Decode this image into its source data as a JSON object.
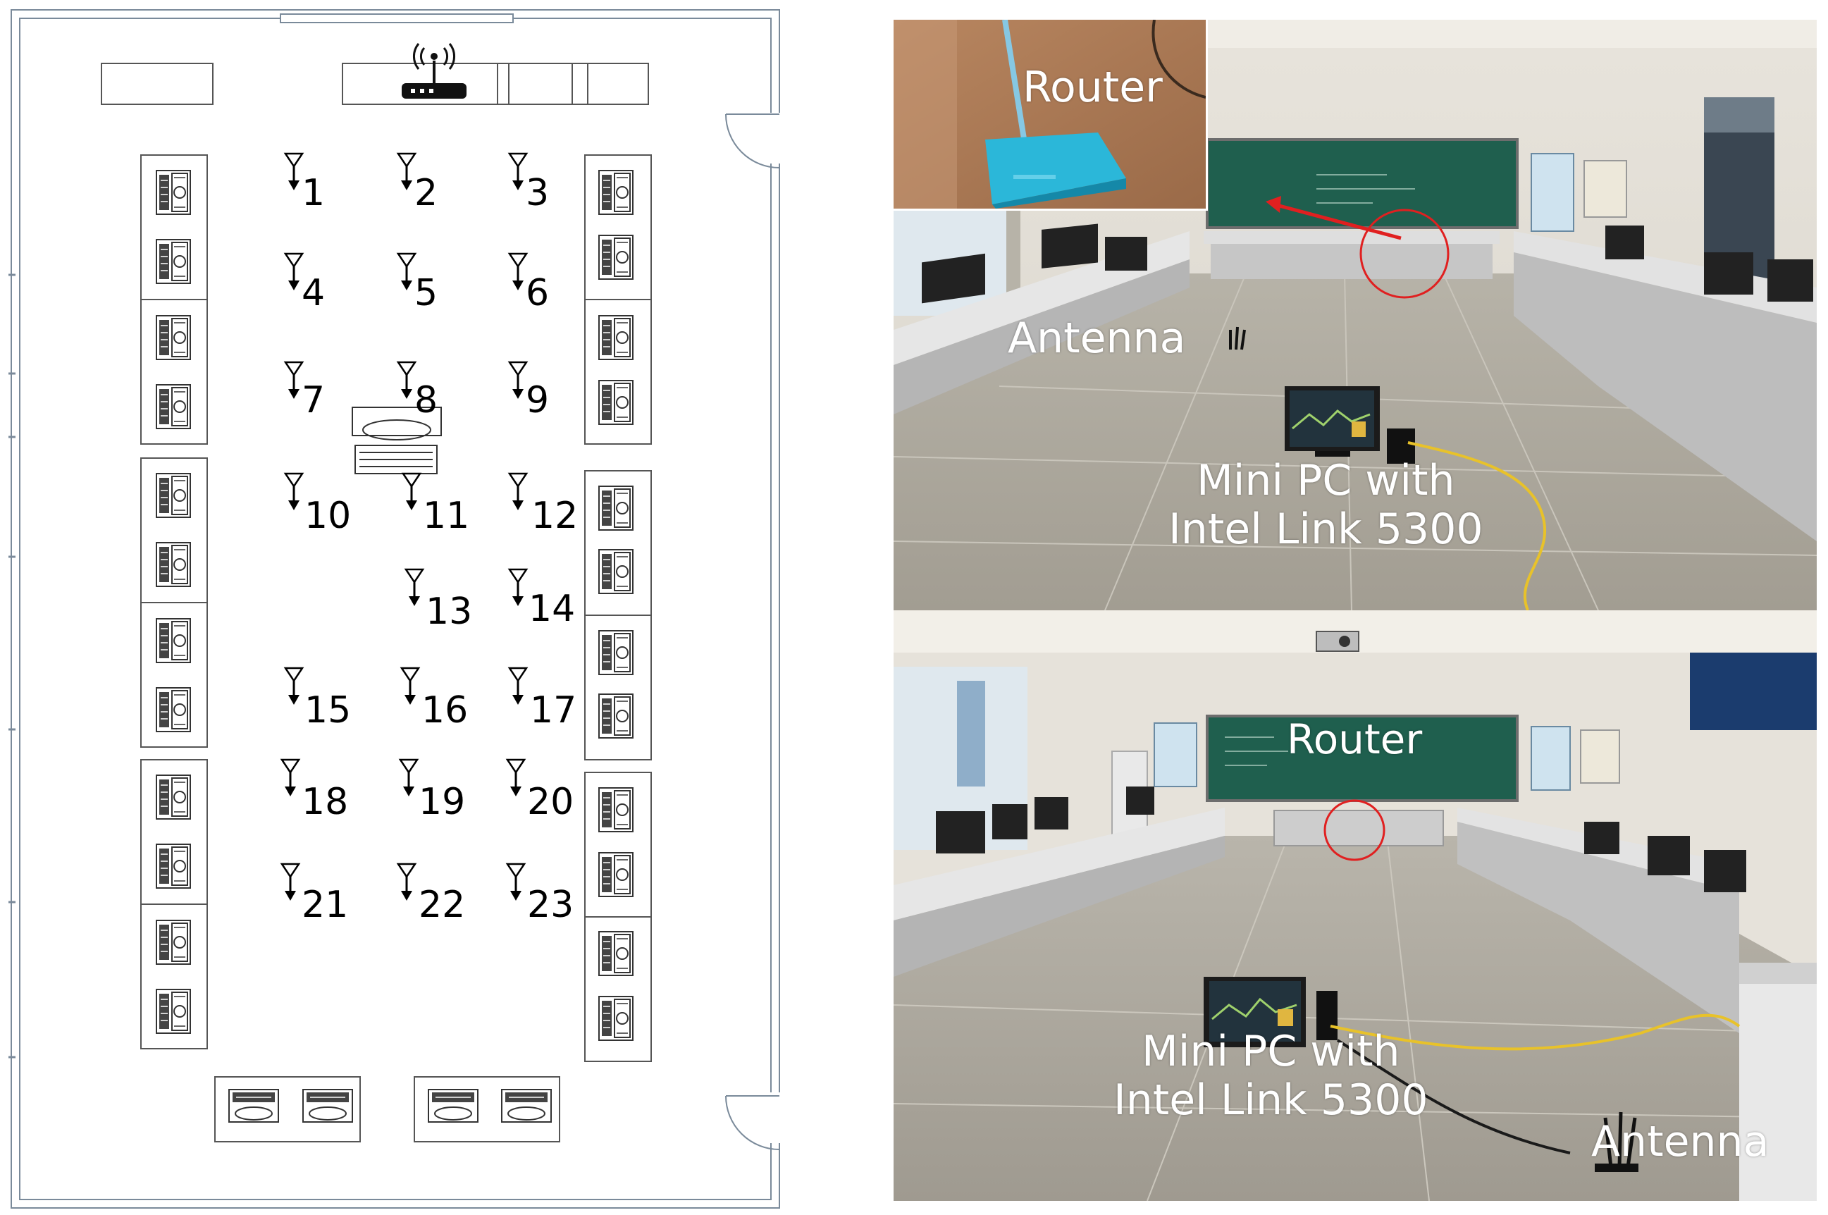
{
  "floor_plan": {
    "measurement_points": [
      "1",
      "2",
      "3",
      "4",
      "5",
      "6",
      "7",
      "8",
      "9",
      "10",
      "11",
      "12",
      "13",
      "14",
      "15",
      "16",
      "17",
      "18",
      "19",
      "20",
      "21",
      "22",
      "23"
    ]
  },
  "photos": {
    "top": {
      "inset_label": "Router",
      "antenna_label": "Antenna",
      "pc_label_line1": "Mini PC with",
      "pc_label_line2": "Intel Link 5300"
    },
    "bottom": {
      "router_label": "Router",
      "pc_label_line1": "Mini PC with",
      "pc_label_line2": "Intel Link 5300",
      "antenna_label": "Antenna"
    }
  },
  "colors": {
    "annotation_text": "#ffffff",
    "highlight": "#e02020",
    "router": "#2bb7d9"
  }
}
